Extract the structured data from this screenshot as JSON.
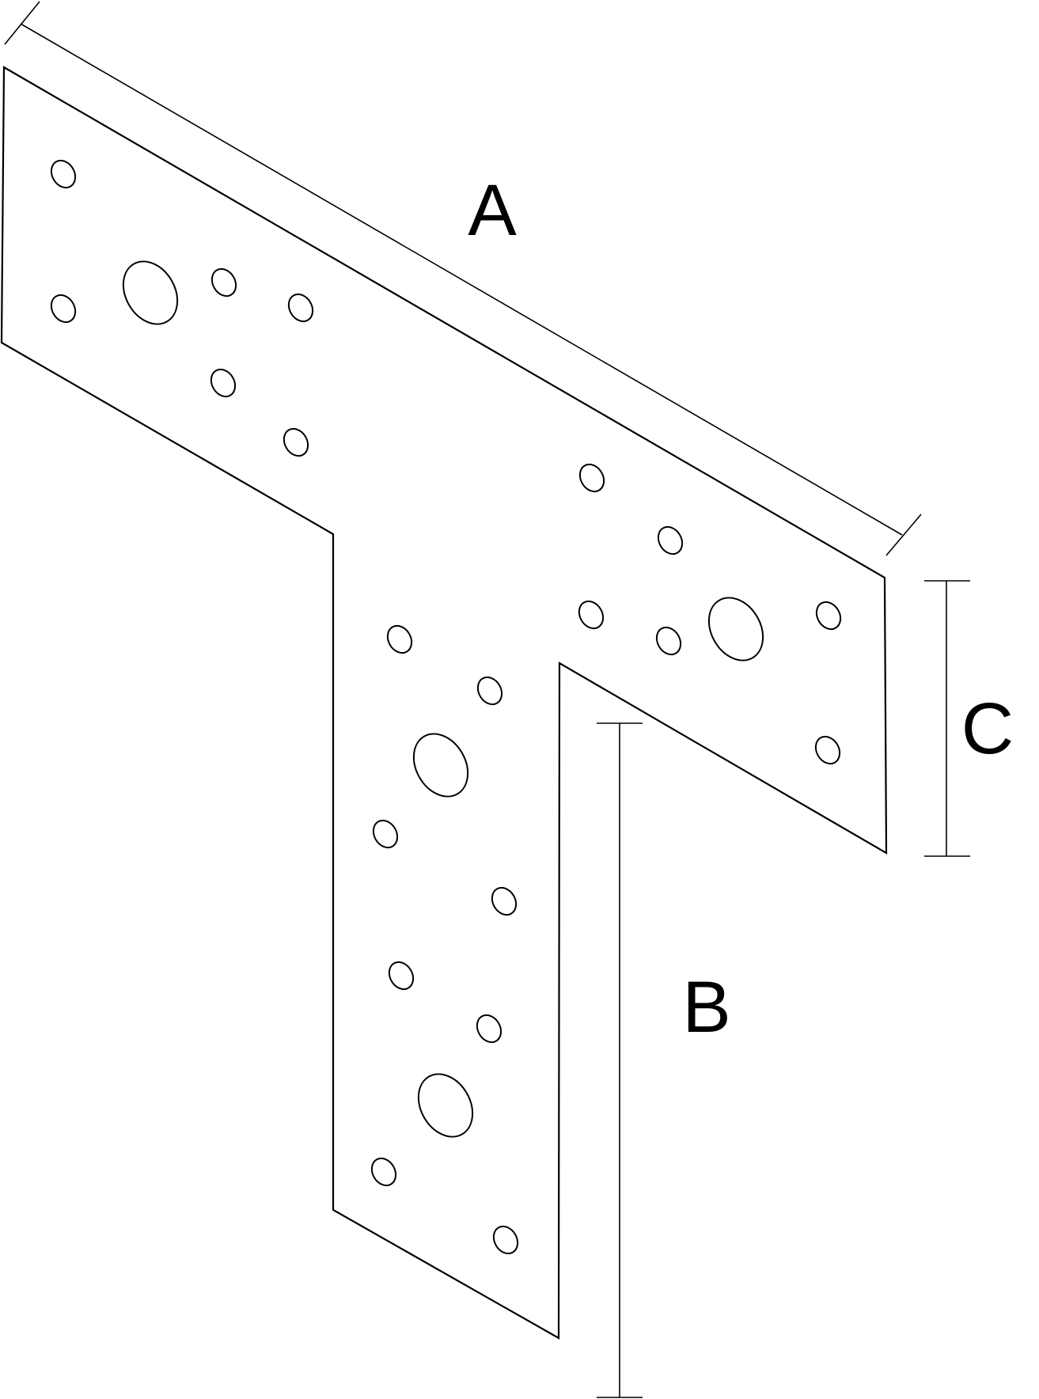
{
  "dimensions": {
    "a": {
      "label": "A"
    },
    "b": {
      "label": "B"
    },
    "c": {
      "label": "C"
    }
  },
  "colors": {
    "line": "#000000",
    "background": "#ffffff"
  }
}
